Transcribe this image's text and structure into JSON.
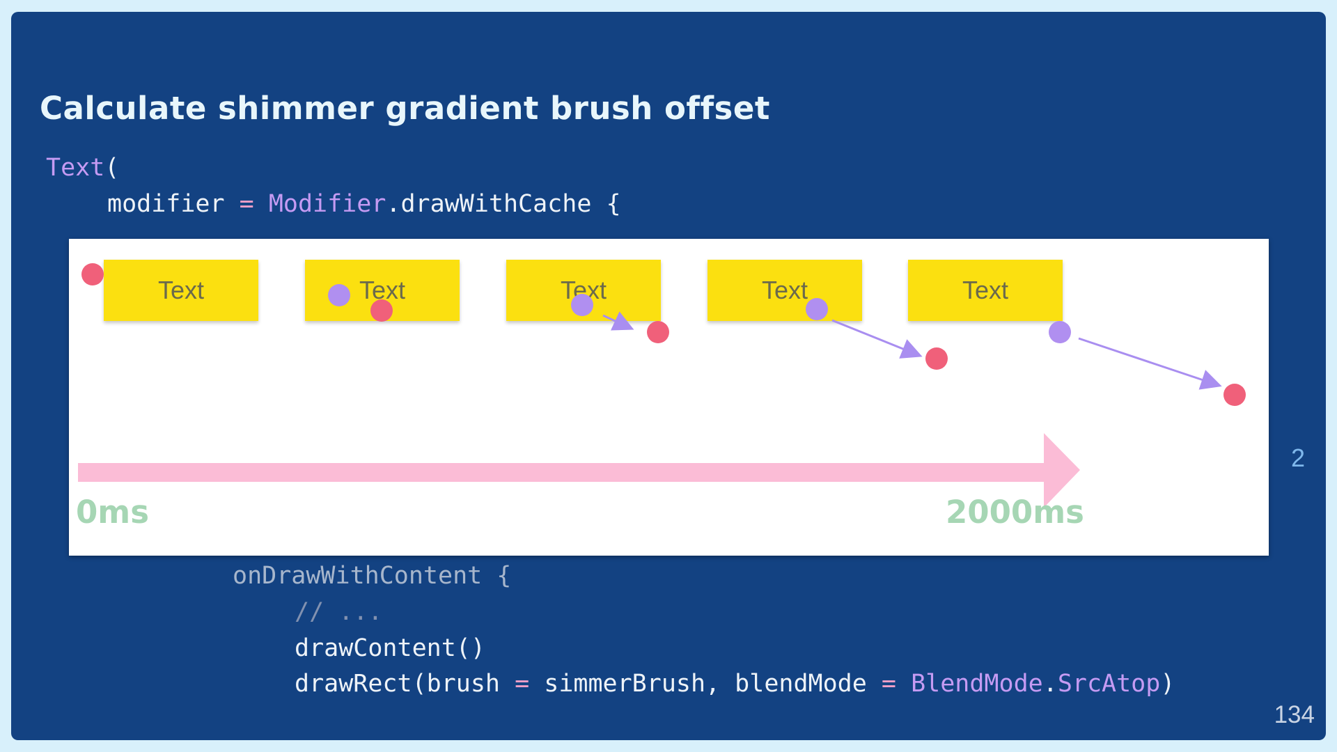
{
  "slide": {
    "title": "Calculate shimmer gradient brush offset",
    "page_number": "134",
    "side_number": "2"
  },
  "code": {
    "line1": {
      "fn": "Text",
      "paren": "("
    },
    "line2": {
      "name": "modifier",
      "eq": "=",
      "type": "Modifier",
      "call": ".drawWithCache {"
    },
    "line3": {
      "text": "onDrawWithContent {"
    },
    "line4": {
      "text": "// ..."
    },
    "line5": {
      "text": "drawContent()"
    },
    "line6": {
      "a": "drawRect(brush",
      "eq1": "=",
      "b": "simmerBrush, blendMode",
      "eq2": "=",
      "c": "BlendMode",
      "d": ".",
      "e": "SrcAtop",
      "f": ")"
    }
  },
  "diagram": {
    "boxes": [
      "Text",
      "Text",
      "Text",
      "Text",
      "Text"
    ],
    "timeline": {
      "start_label": "0ms",
      "end_label": "2000ms"
    },
    "colors": {
      "start_dot": "#f0607a",
      "end_dot": "#b08ff0",
      "arrow": "#a98ef0",
      "timeline": "#fbbcd6",
      "box": "#fbe010"
    }
  }
}
